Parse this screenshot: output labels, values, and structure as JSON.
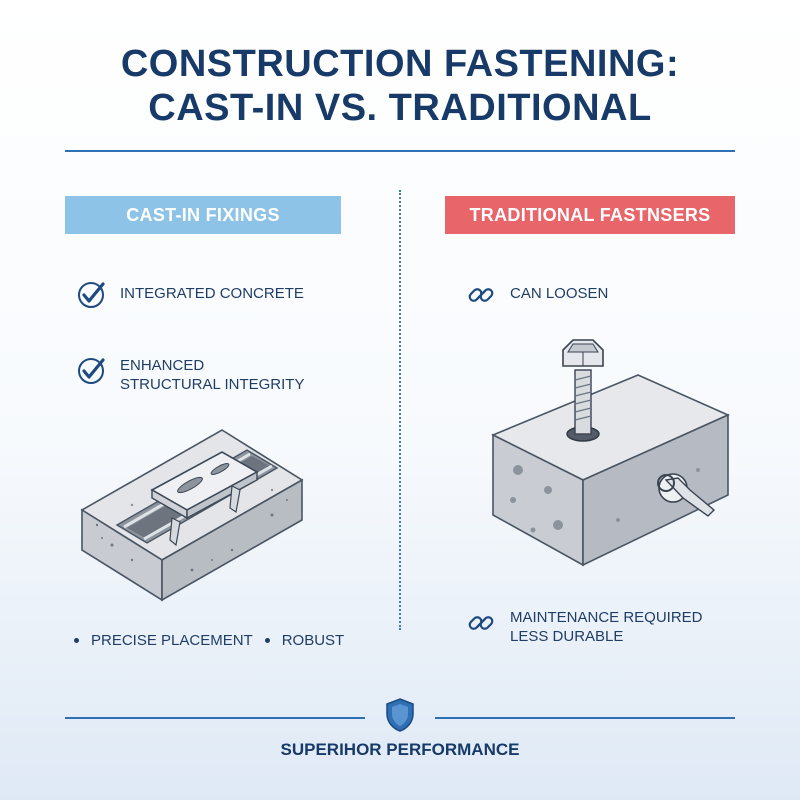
{
  "title": {
    "line1": "CONSTRUCTION FASTENING:",
    "line2": "CAST-IN VS. TRADITIONAL"
  },
  "left": {
    "heading": "CAST-IN FIXINGS",
    "items": [
      {
        "icon": "checkmark-icon",
        "lines": [
          "INTEGRATED CONCRETE"
        ]
      },
      {
        "icon": "checkmark-icon",
        "lines": [
          "ENHANCED",
          "STRUCTURAL INTEGRITY"
        ]
      }
    ],
    "bullets": [
      "PRECISE PLACEMENT",
      "ROBUST"
    ],
    "illustration": "cast-in-channel-concrete-block"
  },
  "right": {
    "heading": "TRADITIONAL FASTNSERS",
    "items": [
      {
        "icon": "broken-chain-icon",
        "lines": [
          "CAN LOOSEN"
        ]
      },
      {
        "icon": "broken-chain-icon",
        "lines": [
          "MAINTENANCE REQUIRED",
          "LESS DURABLE"
        ]
      }
    ],
    "illustration": "bolt-in-concrete-block-with-wrench"
  },
  "footer": {
    "icon": "shield-icon",
    "label": "SUPERIHOR PERFORMANCE"
  },
  "colors": {
    "navy": "#173a68",
    "accent_blue": "#2f6fb3",
    "left_banner": "#8ec3e8",
    "right_banner": "#e8656a"
  }
}
